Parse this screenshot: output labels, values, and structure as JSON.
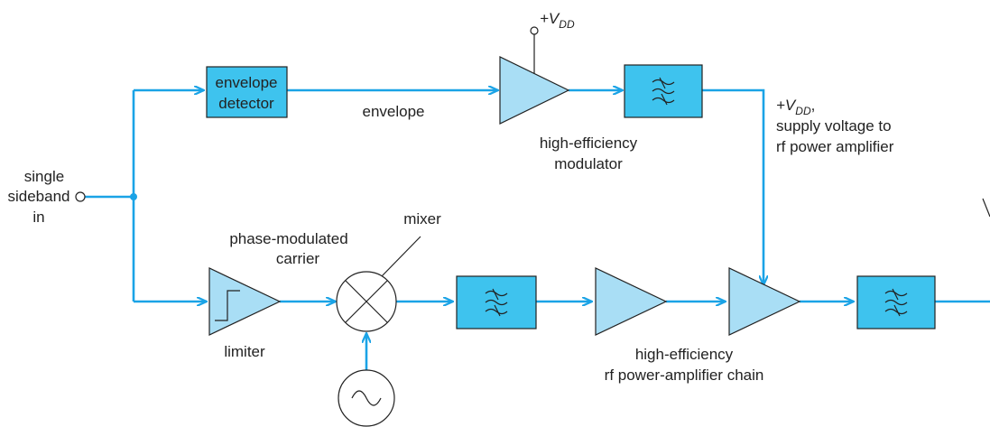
{
  "labels": {
    "input_line1": "single",
    "input_line2": "sideband",
    "input_line3": "in",
    "envelope_detector_line1": "envelope",
    "envelope_detector_line2": "detector",
    "envelope_signal": "envelope",
    "vdd_top_sign": "+V",
    "vdd_top_sub": "DD",
    "modulator_line1": "high-efficiency",
    "modulator_line2": "modulator",
    "vdd_right_sign": "+V",
    "vdd_right_sub": "DD",
    "vdd_right_comma": ",",
    "supply_line2": "supply voltage to",
    "supply_line3": "rf power amplifier",
    "phase_line1": "phase-modulated",
    "phase_line2": "carrier",
    "mixer": "mixer",
    "limiter": "limiter",
    "chain_line1": "high-efficiency",
    "chain_line2": "rf power-amplifier chain"
  },
  "colors": {
    "wire": "#1aa3e6",
    "filter_block": "#3ec3ee",
    "amplifier": "#a9def5"
  },
  "icons": {
    "filter": "bandpass-filter-icon",
    "mixer": "mixer-icon",
    "oscillator": "sine-oscillator-icon",
    "limiter": "limiter-step-icon"
  }
}
